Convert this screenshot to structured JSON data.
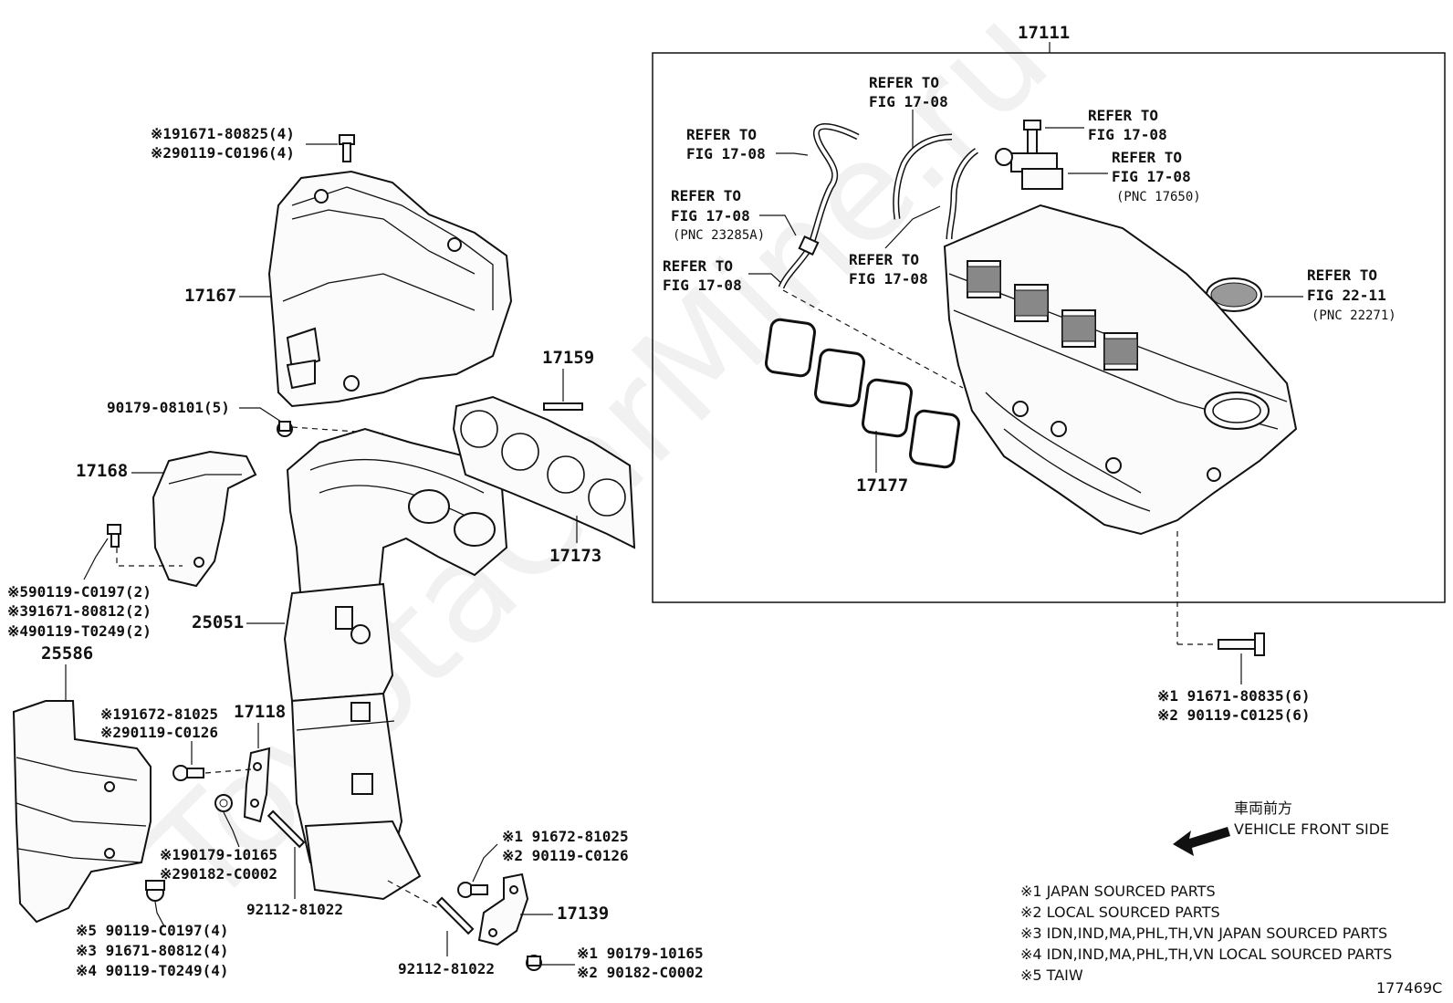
{
  "watermark": "ToyotaCarMine.ru",
  "box_label": "17111",
  "refs": {
    "r1": [
      "REFER TO",
      "FIG 17-08"
    ],
    "r2": [
      "REFER TO",
      "FIG 17-08"
    ],
    "r3": [
      "REFER TO",
      "FIG 17-08",
      "(PNC 23285A)"
    ],
    "r4": [
      "REFER TO",
      "FIG 17-08"
    ],
    "r5": [
      "REFER TO",
      "FIG 17-08"
    ],
    "r6": [
      "REFER TO",
      "FIG 17-08"
    ],
    "r7": [
      "REFER TO",
      "FIG 17-08",
      "(PNC 17650)"
    ],
    "r8": [
      "REFER TO",
      "FIG 22-11",
      "(PNC 22271)"
    ]
  },
  "parts": {
    "p17167": "17167",
    "p17159": "17159",
    "p17168": "17168",
    "p17173": "17173",
    "p17177": "17177",
    "p25051": "25051",
    "p25586": "25586",
    "p17118": "17118",
    "p17139": "17139",
    "p92112a": "92112-81022",
    "p92112b": "92112-81022",
    "p90179_08101": "90179-08101(5)",
    "top_bolt": [
      "※191671-80825(4)",
      "※290119-C0196(4)"
    ],
    "left_bolt": [
      "※590119-C0197(2)",
      "※391671-80812(2)",
      "※490119-T0249(2)"
    ],
    "br_bolt": [
      "※1 91671-80835(6)",
      "※2 90119-C0125(6)"
    ],
    "mid_bolt": [
      "※191672-81025",
      "※290119-C0126"
    ],
    "nut_a": [
      "※190179-10165",
      "※290182-C0002"
    ],
    "bl_bolt": [
      "※5 90119-C0197(4)",
      "※3 91671-80812(4)",
      "※4 90119-T0249(4)"
    ],
    "r_bolt": [
      "※1 91672-81025",
      "※2 90119-C0126"
    ],
    "r_nut": [
      "※1 90179-10165",
      "※2 90182-C0002"
    ]
  },
  "front": {
    "jp": "車両前方",
    "en": "VEHICLE FRONT SIDE"
  },
  "legend": [
    "※1 JAPAN SOURCED PARTS",
    "※2 LOCAL SOURCED PARTS",
    "※3 IDN,IND,MA,PHL,TH,VN  JAPAN SOURCED PARTS",
    "※4 IDN,IND,MA,PHL,TH,VN  LOCAL SOURCED PARTS",
    "※5 TAIW"
  ],
  "figure_code": "177469C"
}
